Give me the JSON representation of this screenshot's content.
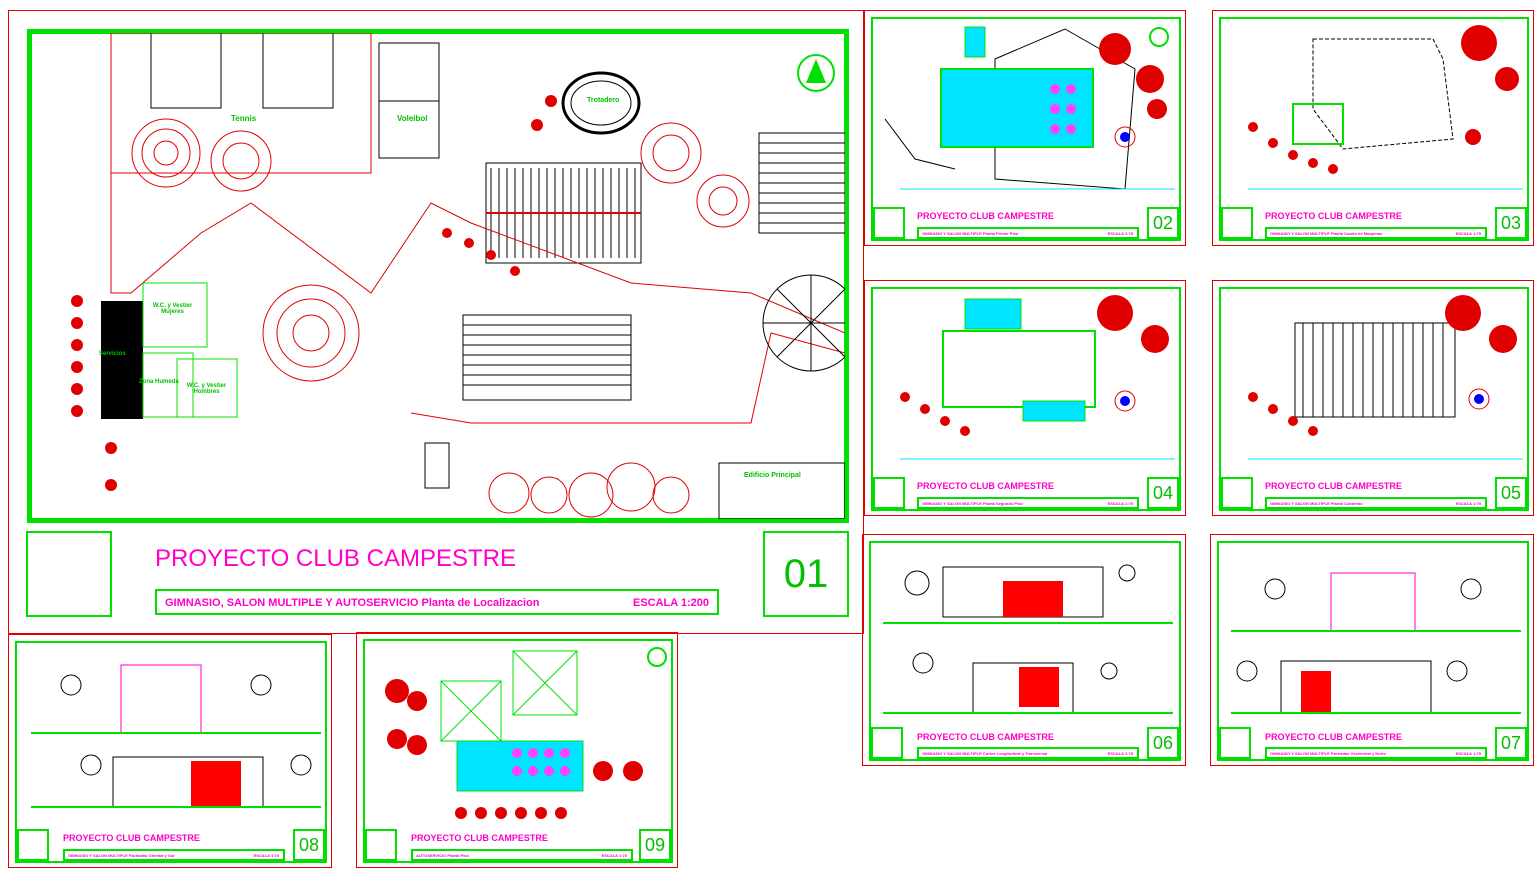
{
  "colors": {
    "frame": "#e00000",
    "border": "#00e000",
    "text": "#ff00c8",
    "tree": "#ff0000",
    "water": "#00e5ff"
  },
  "sheets": [
    {
      "num": "01",
      "title": "PROYECTO CLUB CAMPESTRE",
      "subtitle": "GIMNASIO, SALON MULTIPLE Y AUTOSERVICIO Planta de Localizacion",
      "scale": "ESCALA 1:200"
    },
    {
      "num": "02",
      "title": "PROYECTO CLUB CAMPESTRE",
      "subtitle": "GIMNASIO Y SALON MULTIPLE Planta Primer Piso",
      "scale": "ESCALA 1:75"
    },
    {
      "num": "03",
      "title": "PROYECTO CLUB CAMPESTRE",
      "subtitle": "GIMNASIO Y SALON MULTIPLE Planta Cuarto de Maquinas",
      "scale": "ESCALA 1:75"
    },
    {
      "num": "04",
      "title": "PROYECTO CLUB CAMPESTRE",
      "subtitle": "GIMNASIO Y SALON MULTIPLE Planta Segundo Piso",
      "scale": "ESCALA 1:75"
    },
    {
      "num": "05",
      "title": "PROYECTO CLUB CAMPESTRE",
      "subtitle": "GIMNASIO Y SALON MULTIPLE Planta Cubiertas",
      "scale": "ESCALA 1:75"
    },
    {
      "num": "06",
      "title": "PROYECTO CLUB CAMPESTRE",
      "subtitle": "GIMNASIO Y SALON MULTIPLE Cortes Longitudinal y Transversal",
      "scale": "ESCALA 1:75"
    },
    {
      "num": "07",
      "title": "PROYECTO CLUB CAMPESTRE",
      "subtitle": "GIMNASIO Y SALON MULTIPLE Fachadas Occidental y Norte",
      "scale": "ESCALA 1:75"
    },
    {
      "num": "08",
      "title": "PROYECTO CLUB CAMPESTRE",
      "subtitle": "GIMNASIO Y SALON MULTIPLE Fachadas Oriental y Sur",
      "scale": "ESCALA 1:75"
    },
    {
      "num": "09",
      "title": "PROYECTO CLUB CAMPESTRE",
      "subtitle": "AUTOSERVICIO Planta Piso",
      "scale": "ESCALA 1:75"
    }
  ],
  "site_labels": {
    "tennis": "Tennis",
    "volleyball": "Voleibol",
    "trotting": "Trotadero",
    "wc_women": "W.C. y Vestier Mujeres",
    "wc_men": "W.C. y Vestier Hombres",
    "services": "Servicios",
    "wet_zone": "Zona Humeda",
    "main_building": "Edificio Principal"
  }
}
